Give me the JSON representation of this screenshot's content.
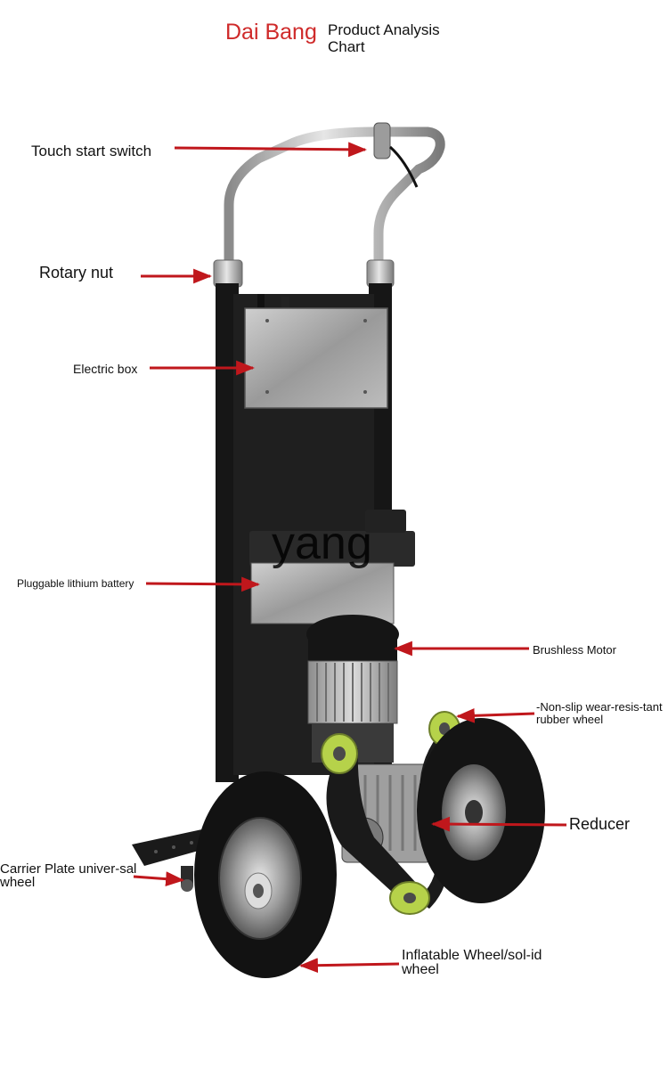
{
  "header": {
    "brand": "Dai Bang",
    "subtitle": "Product Analysis Chart"
  },
  "watermark": "yang",
  "callouts": {
    "touch_start_switch": "Touch start switch",
    "rotary_nut": "Rotary nut",
    "electric_box": "Electric box",
    "lithium_battery": "Pluggable lithium battery",
    "brushless_motor": "Brushless Motor",
    "rubber_wheel": "-Non-slip wear-resis-tant rubber wheel",
    "reducer": "Reducer",
    "carrier_plate": "Carrier Plate univer-sal wheel",
    "inflatable_wheel": "Inflatable Wheel/sol-id wheel"
  },
  "colors": {
    "arrow": "#c0171c",
    "brand": "#cf2a2a",
    "frame": "#161616",
    "steel": "#b8b8b8",
    "accent_wheel": "#b6d24a"
  }
}
